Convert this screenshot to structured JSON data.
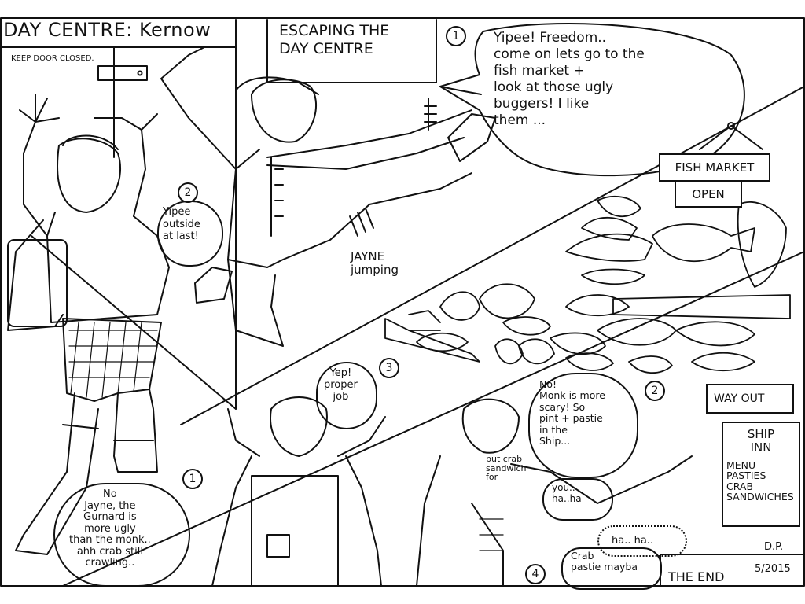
{
  "panel1": {
    "title": "DAY CENTRE: Kernow",
    "door_sign": "KEEP DOOR CLOSED.",
    "caption": "ESCAPING THE\nDAY CENTRE",
    "number": "1",
    "speech_jayne": "Yipee! Freedom..\ncome on lets go to the\nfish market +\nlook at those ugly\nbuggers! I like\nthem ...",
    "speech_friend": "Yipee\noutside\nat last!",
    "friend_number": "2",
    "jayne_label": "JAYNE\njumping"
  },
  "panel2": {
    "sign_fish": "FISH MARKET",
    "sign_open": "OPEN",
    "number": "2"
  },
  "panel3": {
    "number_a": "1",
    "number_b": "3",
    "number_c": "2",
    "number_d": "4",
    "speech_left": "No\nJayne, the\nGurnard is\nmore ugly\nthan the monk..\nahh crab still\ncrawling..",
    "speech_mid": "Yep!\nproper\njob",
    "speech_right": "No!\nMonk is more\nscary! So\npint + pastie\nin the\nShip...",
    "speech_right2": "but crab\nsandwich\nfor",
    "speech_you": "you..\nha..ha",
    "laugh": "ha.. ha..",
    "speech_crab": "Crab\npastie mayba",
    "way_out": "WAY OUT",
    "ship_inn": "SHIP\nINN",
    "menu": "MENU\nPASTIES\nCRAB\nSANDWICHES",
    "the_end": "THE END",
    "signature": "D.P.",
    "date": "5/2015"
  }
}
